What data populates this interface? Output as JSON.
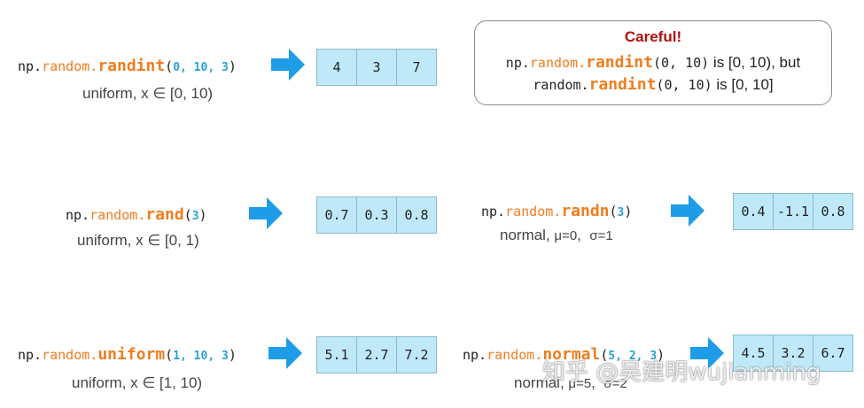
{
  "rows": {
    "randint": {
      "np": "np.",
      "mod": "random.",
      "fn": "randint",
      "open": "(",
      "args": "0, 10, 3",
      "close": ")",
      "desc": "uniform, x ∈ [0, 10)",
      "values": [
        "4",
        "3",
        "7"
      ]
    },
    "rand": {
      "np": "np.",
      "mod": "random.",
      "fn": "rand",
      "open": "(",
      "args": "3",
      "close": ")",
      "desc": "uniform, x ∈ [0, 1)",
      "values": [
        "0.7",
        "0.3",
        "0.8"
      ]
    },
    "randn": {
      "np": "np.",
      "mod": "random.",
      "fn": "randn",
      "open": "(",
      "args": "3",
      "close": ")",
      "desc_prefix": "normal, ",
      "desc_mu": "μ=0",
      "desc_sigma": "σ=1",
      "values": [
        "0.4",
        "-1.1",
        "0.8"
      ]
    },
    "uniform": {
      "np": "np.",
      "mod": "random.",
      "fn": "uniform",
      "open": "(",
      "args": "1, 10, 3",
      "close": ")",
      "desc": "uniform, x ∈ [1, 10)",
      "values": [
        "5.1",
        "2.7",
        "7.2"
      ]
    },
    "normal": {
      "np": "np.",
      "mod": "random.",
      "fn": "normal",
      "open": "(",
      "args": "5, 2, 3",
      "close": ")",
      "desc_prefix": "normal, ",
      "desc_mu": "μ=5",
      "desc_sigma": "σ=2",
      "values": [
        "4.5",
        "3.2",
        "6.7"
      ]
    }
  },
  "careful": {
    "title": "Careful!",
    "line1": {
      "np": "np.",
      "mod": "random.",
      "fn": "randint",
      "args": "(0, 10)",
      "text": " is [0, 10), but"
    },
    "line2": {
      "mod_plain": "random.",
      "fn": "randint",
      "args": "(0, 10)",
      "text": " is [0, 10]"
    }
  },
  "watermark": "知乎 @吴建明wujianming",
  "colors": {
    "accent_orange": "#f07d1f",
    "accent_blue": "#2aa0d8",
    "cell_fill": "#bfe8f8",
    "arrow": "#1e9ce8",
    "careful_title": "#b00f0f"
  },
  "icons": {
    "arrow": "right-arrow-icon"
  }
}
